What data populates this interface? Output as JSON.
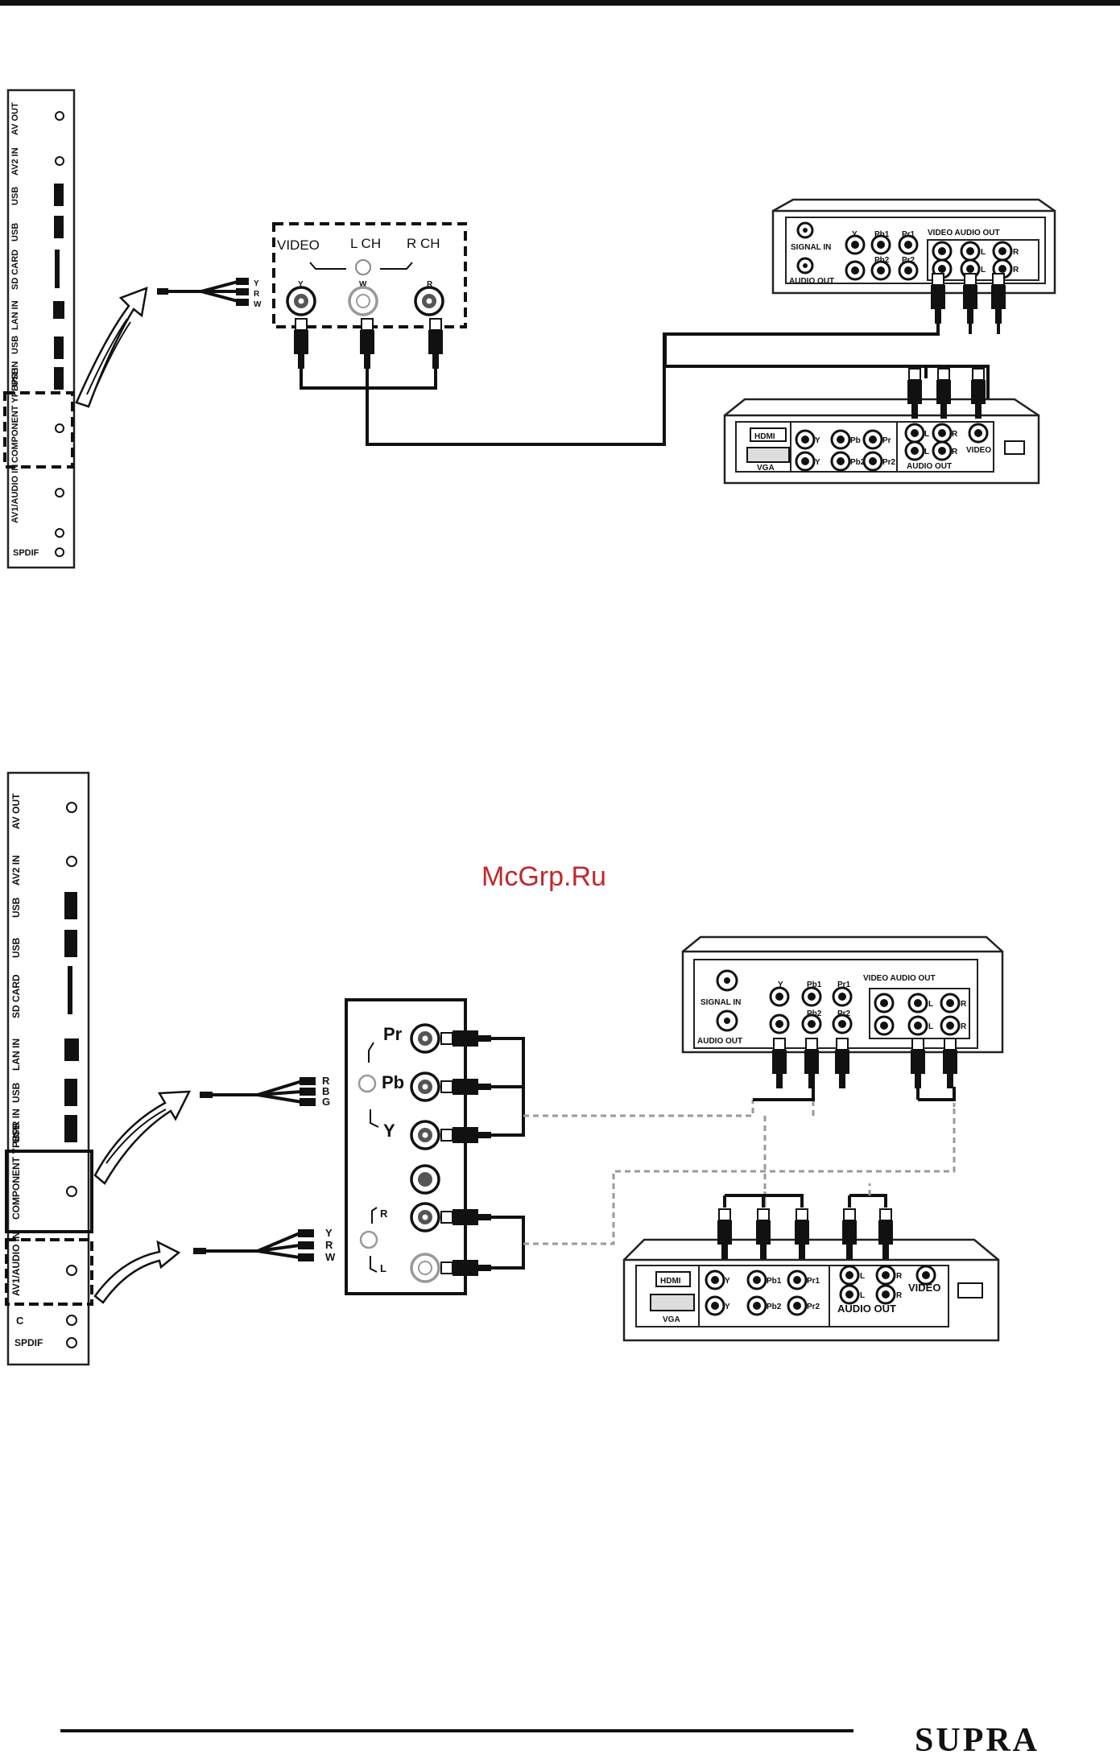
{
  "watermark": "McGrp.Ru",
  "brand": "SUPRA",
  "tv_panel": {
    "labels": [
      "AV OUT",
      "AV2 IN",
      "USB",
      "USB",
      "SD CARD",
      "LAN IN",
      "USB",
      "USB",
      "COMPONENT YPBPR IN",
      "AV1/AUDIO IN",
      "SPDIF"
    ]
  },
  "diagram1": {
    "jack_box": {
      "video": "VIDEO",
      "lch": "L CH",
      "rch": "R CH",
      "y": "Y",
      "w": "W",
      "r": "R"
    },
    "cable_tags": [
      "Y",
      "R",
      "W"
    ],
    "upper_device": {
      "signal_in": "SIGNAL IN",
      "audio_out": "AUDIO OUT",
      "y": "Y",
      "pb1": "Pb1",
      "pr1": "Pr1",
      "pb2": "Pb2",
      "pr2": "Pr2",
      "header": "VIDEO AUDIO OUT",
      "l": "L",
      "r": "R"
    },
    "lower_device": {
      "hdmi": "HDMI",
      "vga": "VGA",
      "y": "Y",
      "pb": "Pb",
      "pr": "Pr",
      "pb2": "Pb2",
      "pr2": "Pr2",
      "l": "L",
      "r": "R",
      "audio_out": "AUDIO OUT",
      "video": "VIDEO"
    }
  },
  "diagram2": {
    "jack_box": {
      "pr": "Pr",
      "pb": "Pb",
      "y": "Y",
      "r": "R",
      "l": "L"
    },
    "cable_tags_top": [
      "R",
      "B",
      "G"
    ],
    "cable_tags_bottom": [
      "Y",
      "R",
      "W"
    ],
    "upper_device": {
      "signal_in": "SIGNAL IN",
      "audio_out": "AUDIO OUT",
      "y": "Y",
      "pb1": "Pb1",
      "pr1": "Pr1",
      "pb2": "Pb2",
      "pr2": "Pr2",
      "header": "VIDEO AUDIO OUT",
      "l": "L",
      "r": "R"
    },
    "lower_device": {
      "hdmi": "HDMI",
      "vga": "VGA",
      "y": "Y",
      "pb1": "Pb1",
      "pr1": "Pr1",
      "pb2": "Pb2",
      "pr2": "Pr2",
      "l": "L",
      "r": "R",
      "audio_out": "AUDIO OUT",
      "video": "VIDEO"
    }
  }
}
